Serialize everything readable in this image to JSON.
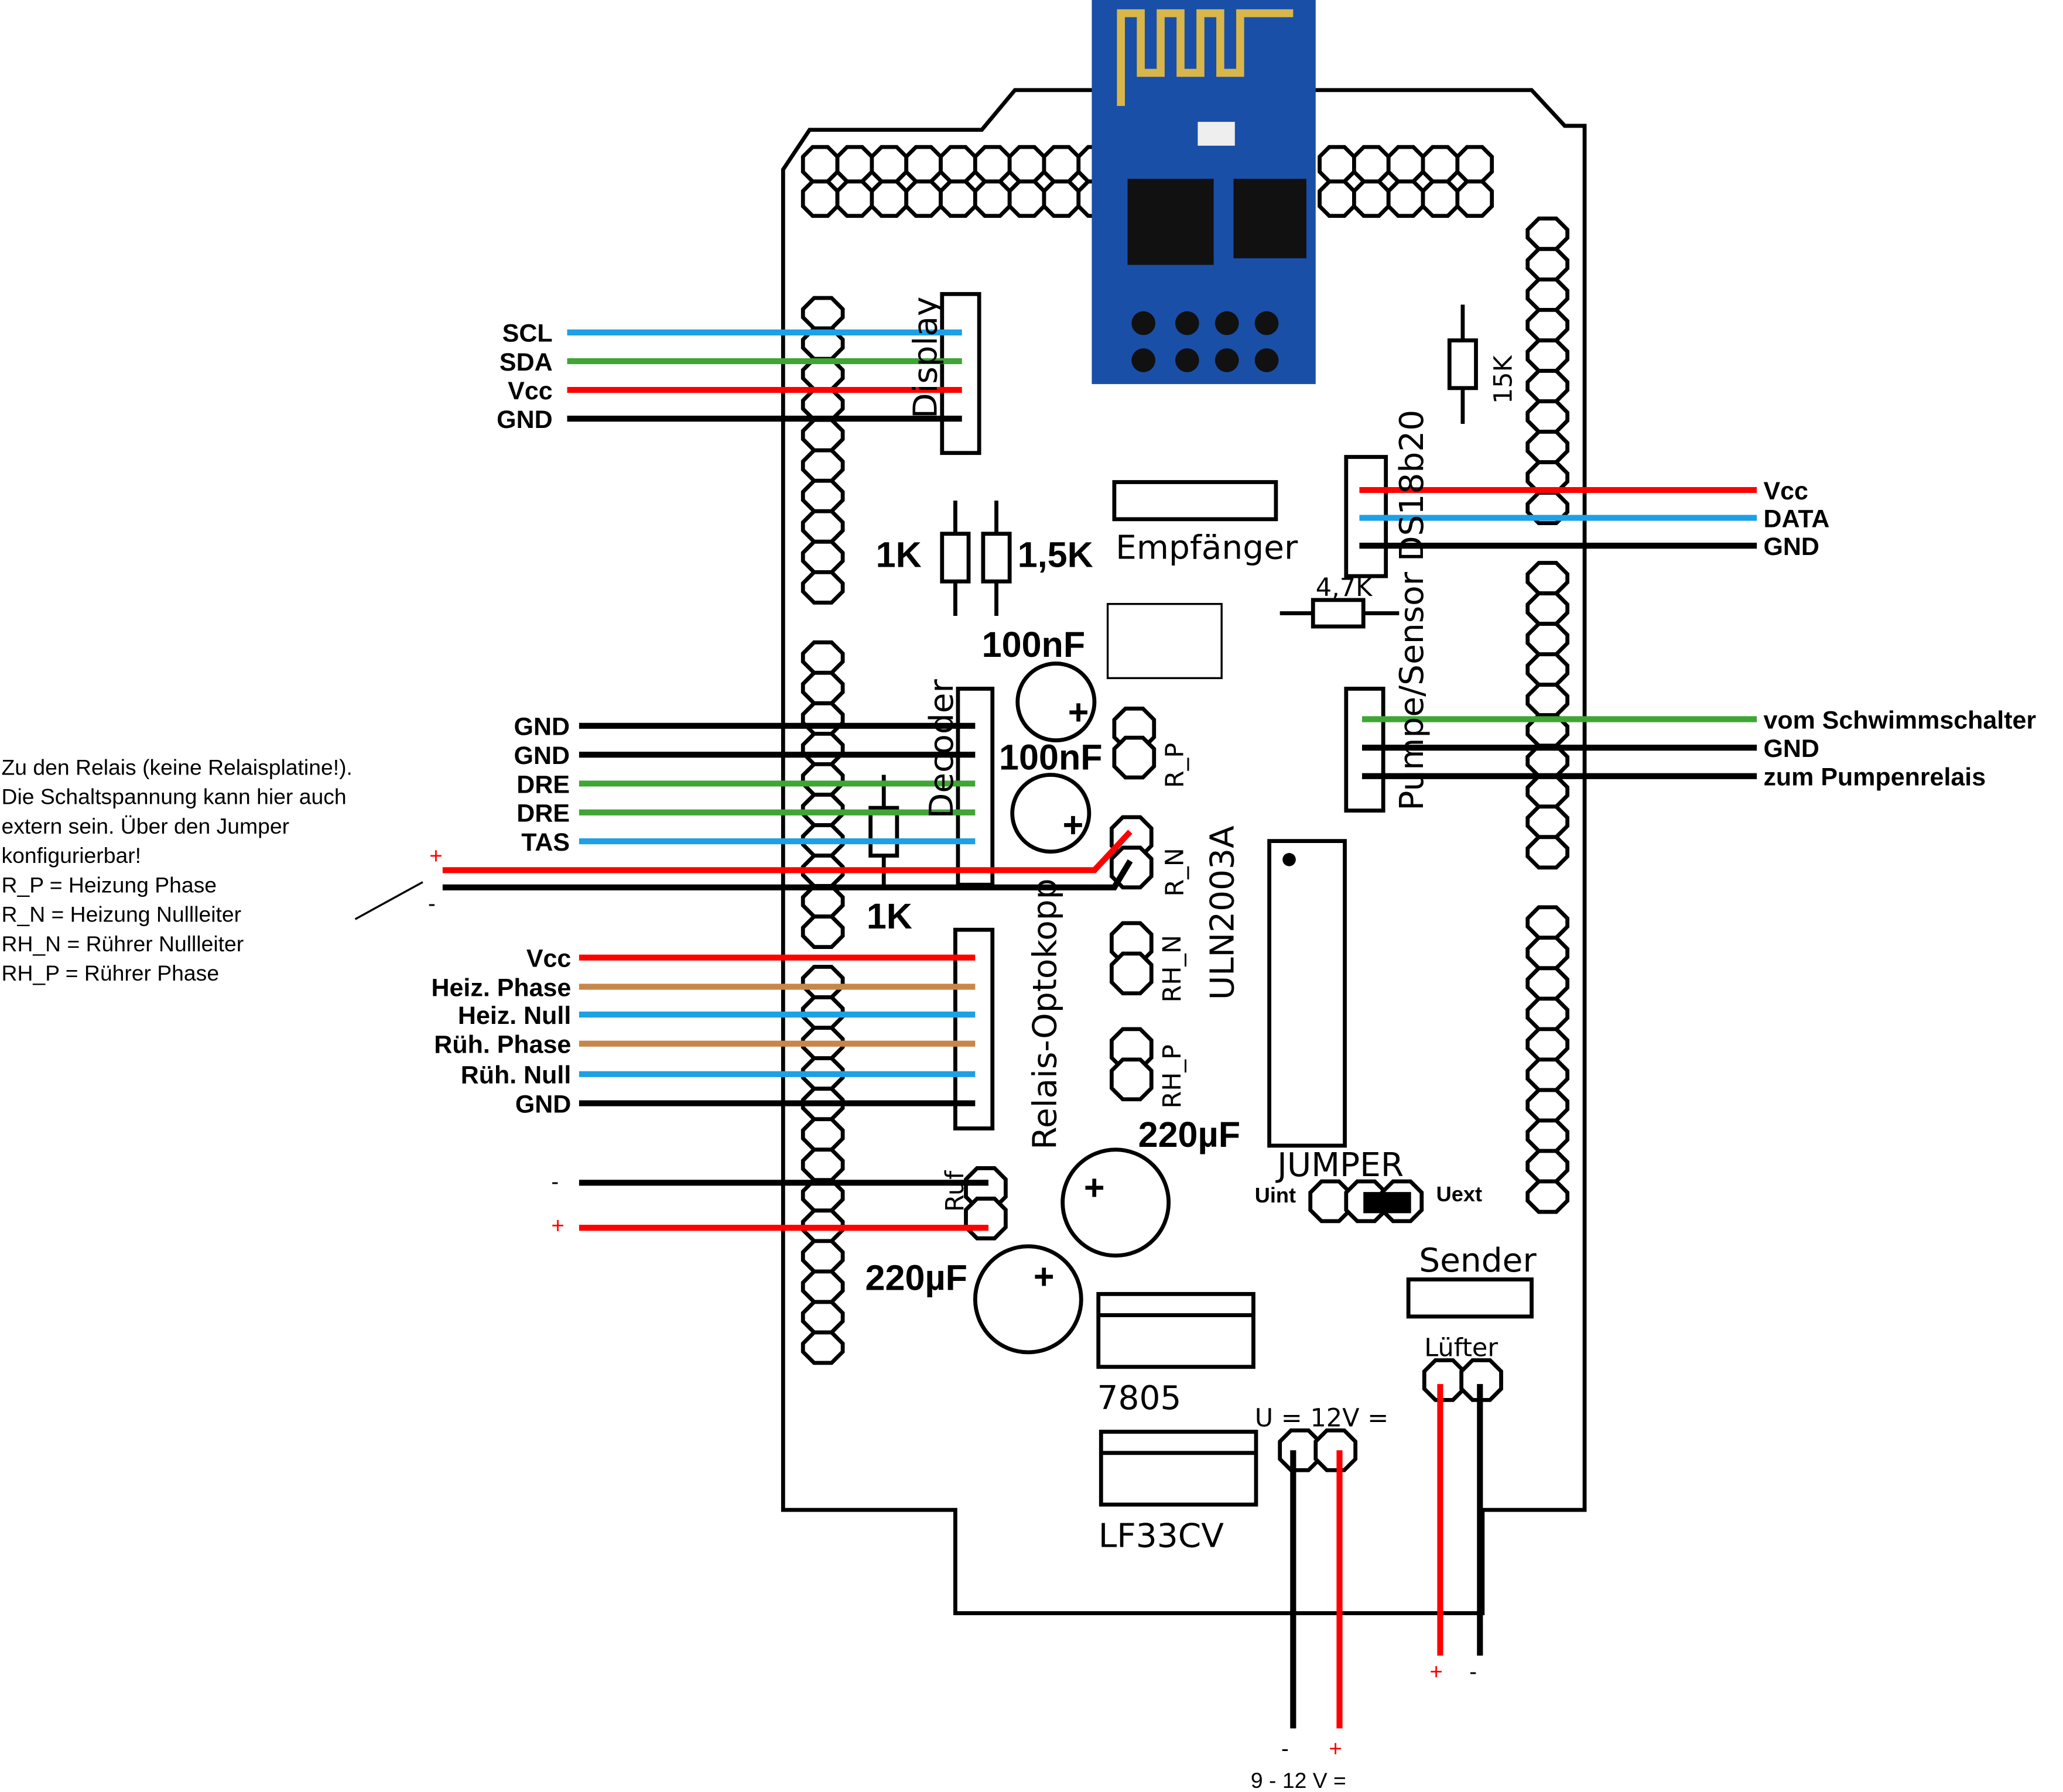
{
  "colors": {
    "red": "#ff0000",
    "blue": "#1ea0e6",
    "green": "#3fa535",
    "black": "#000000",
    "brown": "#c8874a",
    "module": "#1a4fa8"
  },
  "left_display_wires": [
    {
      "label": "SCL",
      "color": "blue"
    },
    {
      "label": "SDA",
      "color": "green"
    },
    {
      "label": "Vcc",
      "color": "red"
    },
    {
      "label": "GND",
      "color": "black"
    }
  ],
  "left_decoder_wires": [
    {
      "label": "GND",
      "color": "black"
    },
    {
      "label": "GND",
      "color": "black"
    },
    {
      "label": "DRE",
      "color": "green"
    },
    {
      "label": "DRE",
      "color": "green"
    },
    {
      "label": "TAS",
      "color": "blue"
    }
  ],
  "relay_supply": {
    "plus": "+",
    "minus": "-"
  },
  "left_relais_wires": [
    {
      "label": "Vcc",
      "color": "red"
    },
    {
      "label": "Heiz. Phase",
      "color": "brown"
    },
    {
      "label": "Heiz. Null",
      "color": "blue"
    },
    {
      "label": "Rüh. Phase",
      "color": "brown"
    },
    {
      "label": "Rüh. Null",
      "color": "blue"
    },
    {
      "label": "GND",
      "color": "black"
    }
  ],
  "ruf_wires": {
    "minus": "-",
    "plus": "+"
  },
  "right_sensor_wires": [
    {
      "label": "Vcc",
      "color": "red"
    },
    {
      "label": "DATA",
      "color": "blue"
    },
    {
      "label": "GND",
      "color": "black"
    }
  ],
  "right_pump_wires": [
    {
      "label": "vom Schwimmschalter",
      "color": "green"
    },
    {
      "label": "GND",
      "color": "black"
    },
    {
      "label": "zum Pumpenrelais",
      "color": "black"
    }
  ],
  "note": [
    "Zu den Relais (keine Relaisplatine!).",
    "Die Schaltspannung kann hier auch",
    "extern sein. Über den Jumper",
    "konfigurierbar!",
    "R_P = Heizung Phase",
    "R_N = Heizung Nullleiter",
    "RH_N = Rührer Nullleiter",
    "RH_P = Rührer Phase"
  ],
  "board_labels": {
    "display": "Display",
    "decoder": "Decoder",
    "relais": "Relais-Optokopp",
    "sensor": "Pumpe/Sensor DS18b20",
    "r1k_a": "1K",
    "r15k": "1,5K",
    "empfaenger": "Empfänger",
    "c100a": "100nF",
    "c100b": "100nF",
    "r47k": "4,7K",
    "r15k_right": "15K",
    "r1k_b": "1K",
    "r_p": "R_P",
    "r_n": "R_N",
    "rh_n": "RH_N",
    "rh_p": "RH_P",
    "uln": "ULN2003A",
    "c220a": "220µF",
    "c220b": "220µF",
    "ruf": "Ruf",
    "jumper": "JUMPER",
    "uint": "Uint",
    "uext": "Uext",
    "sender": "Sender",
    "luefter": "Lüfter",
    "reg5": "7805",
    "reg33": "LF33CV",
    "power_header": "U = 12V =",
    "cap_plus": "+"
  },
  "power": {
    "minus": "-",
    "plus": "+",
    "label": "9 - 12 V =",
    "fan_plus": "+",
    "fan_minus": "-"
  }
}
